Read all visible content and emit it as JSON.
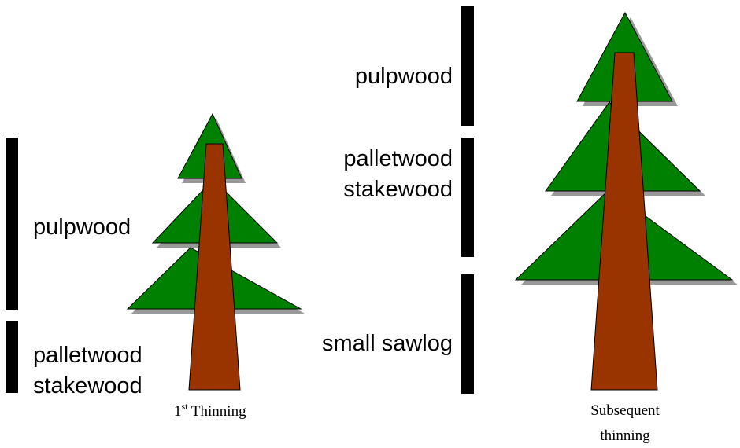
{
  "colors": {
    "foliage": "#008000",
    "shadow": "#999999",
    "trunk": "#993300",
    "outline": "#000000",
    "bar": "#000000",
    "background": "#ffffff"
  },
  "left_tree": {
    "labels": {
      "pulpwood": "pulpwood",
      "palletwood": "palletwood",
      "stakewood": "stakewood"
    },
    "caption": {
      "number": "1",
      "superscript": "st",
      "text": " Thinning"
    }
  },
  "right_tree": {
    "labels": {
      "pulpwood": "pulpwood",
      "palletwood": "palletwood",
      "stakewood": "stakewood",
      "small_sawlog": "small sawlog"
    },
    "caption": {
      "line1": "Subsequent",
      "line2": "thinning"
    }
  }
}
